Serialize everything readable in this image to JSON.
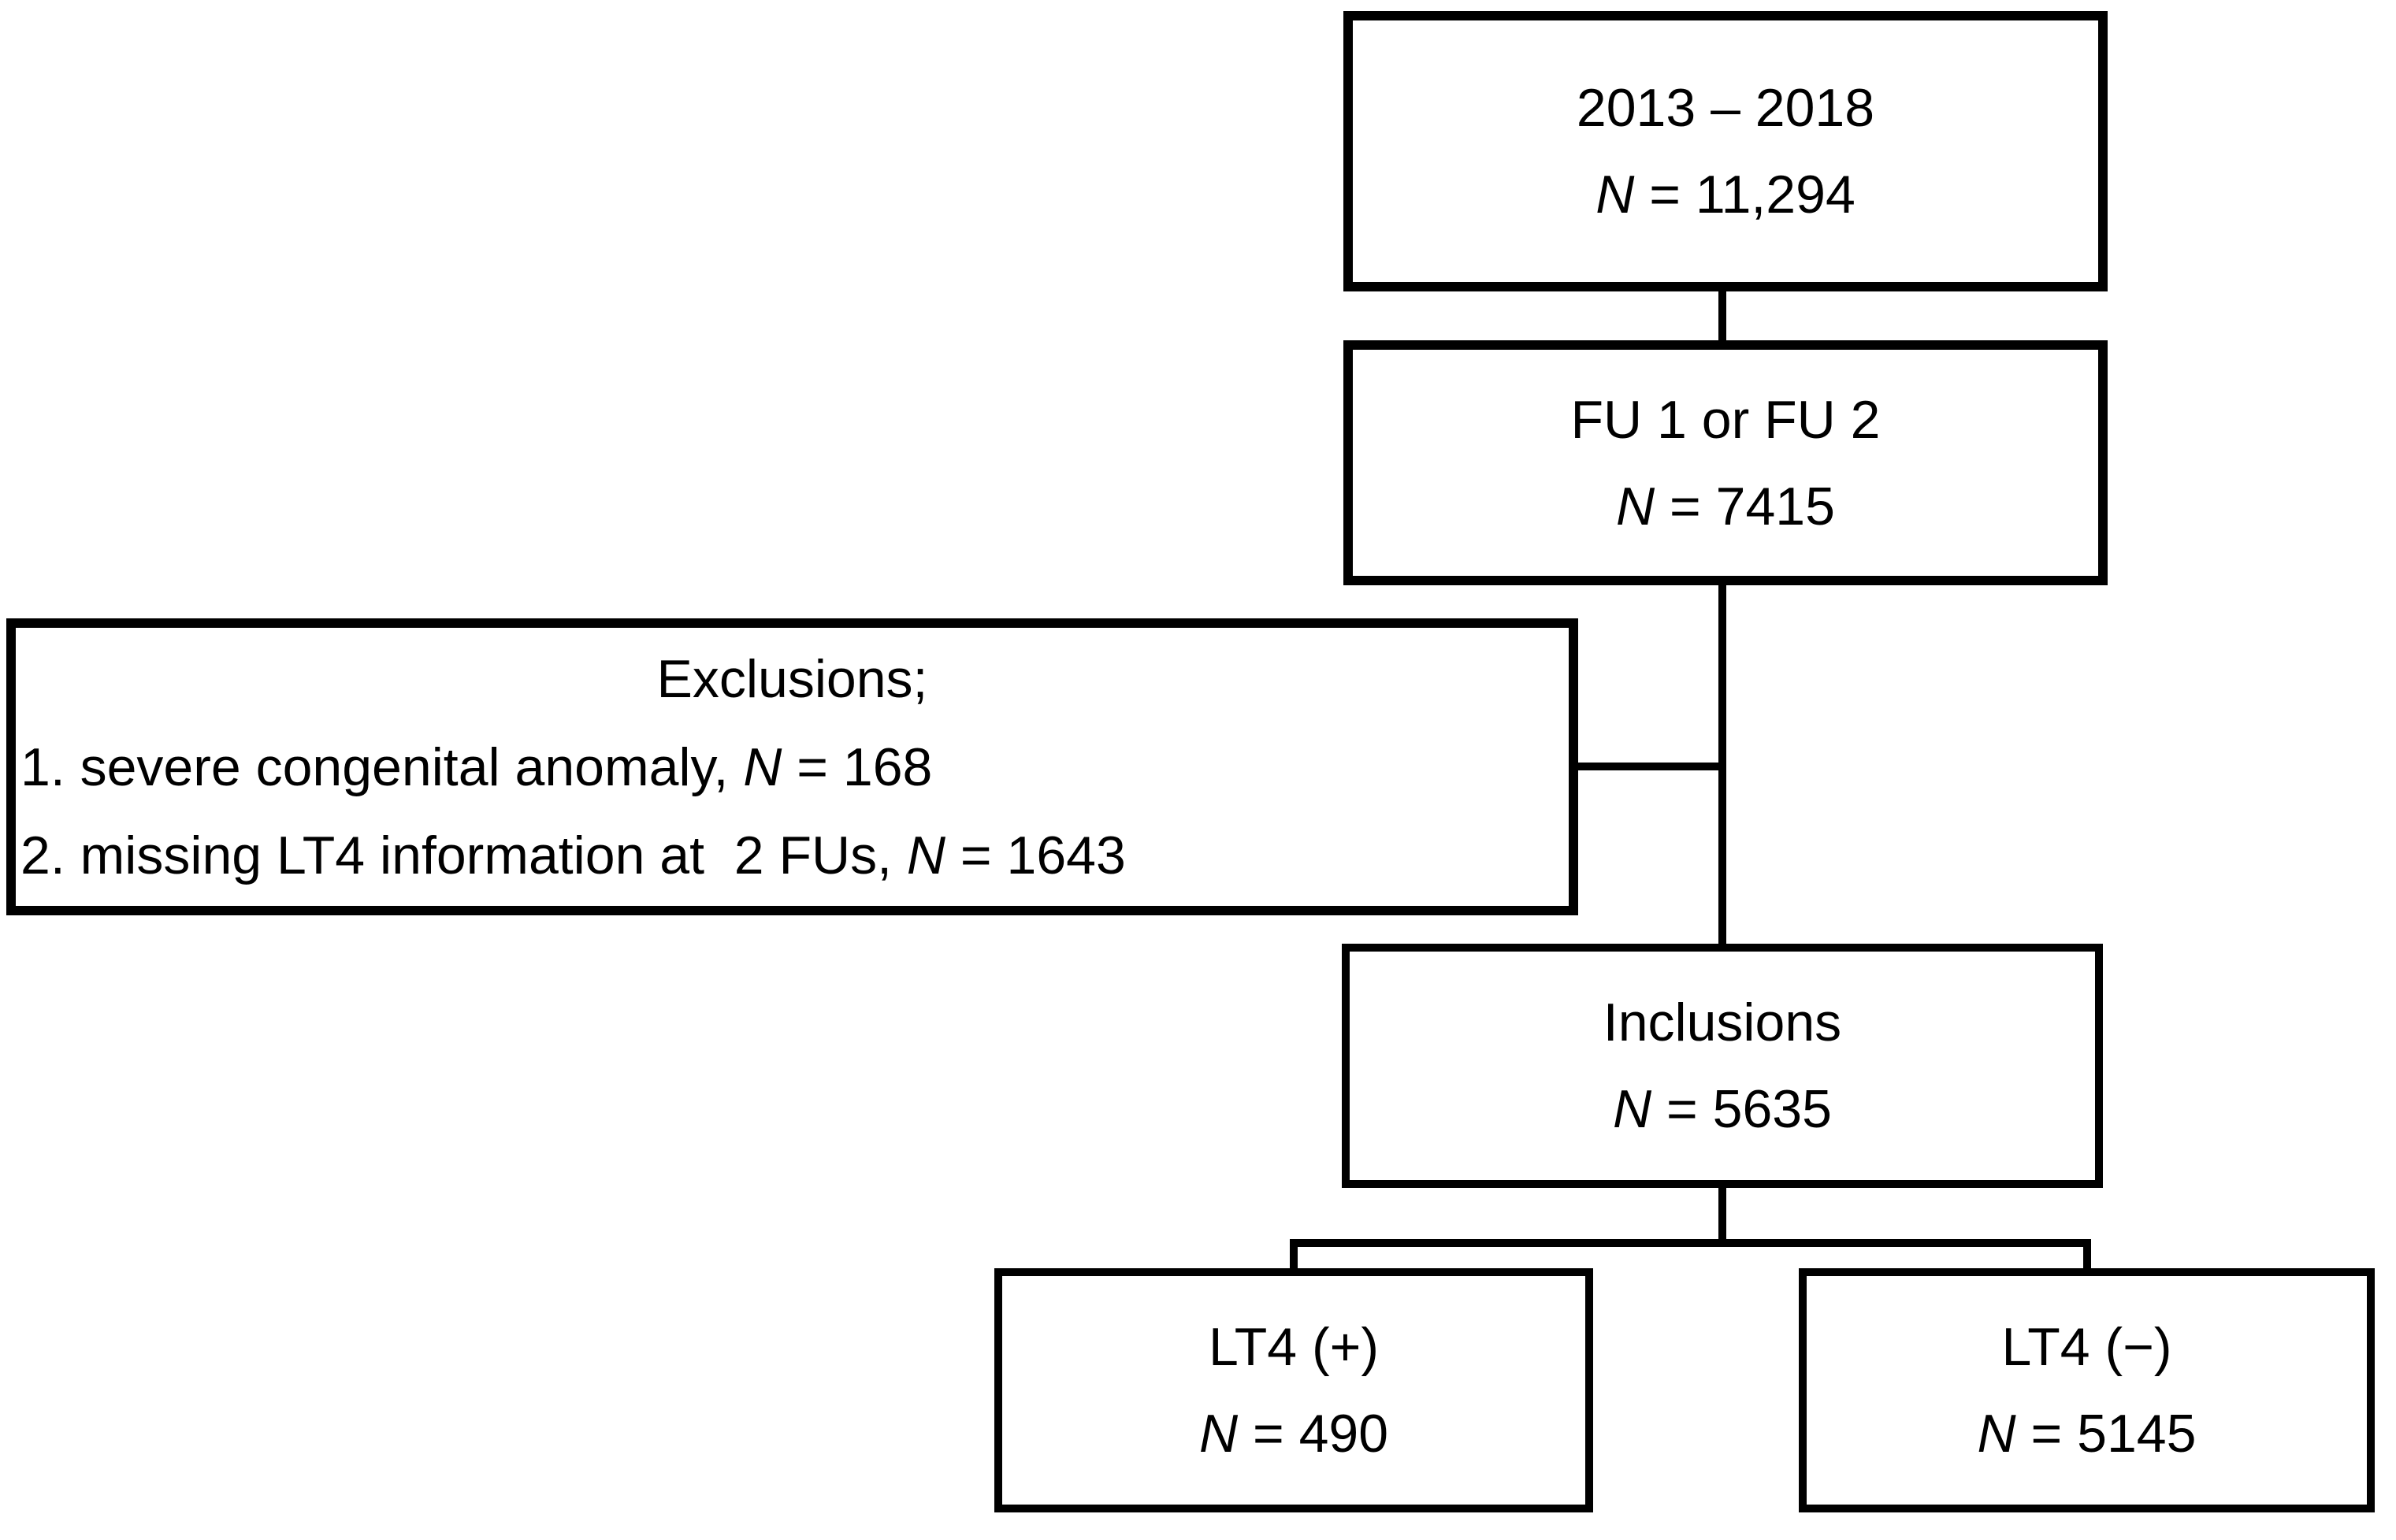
{
  "diagram": {
    "background_color": "#ffffff",
    "line_color": "#000000",
    "boxes": {
      "source": {
        "line1": "2013 – 2018",
        "n_label": "N",
        "n_value": " = 11,294"
      },
      "followup": {
        "line1": "FU 1 or FU 2",
        "n_label": "N",
        "n_value": " = 7415"
      },
      "exclusions": {
        "title": "Exclusions;",
        "items": [
          {
            "prefix": "1. severe congenital anomaly, ",
            "n_label": "N",
            "suffix": " = 168"
          },
          {
            "prefix": "2. missing LT4 information at  2 FUs, ",
            "n_label": "N",
            "suffix": " = 1643"
          }
        ]
      },
      "inclusions": {
        "line1": "Inclusions",
        "n_label": "N",
        "n_value": " = 5635"
      },
      "lt4_positive": {
        "line1": "LT4 (+)",
        "n_label": "N",
        "n_value": " = 490"
      },
      "lt4_negative": {
        "line1": "LT4 (−)",
        "n_label": "N",
        "n_value": " = 5145"
      }
    }
  }
}
